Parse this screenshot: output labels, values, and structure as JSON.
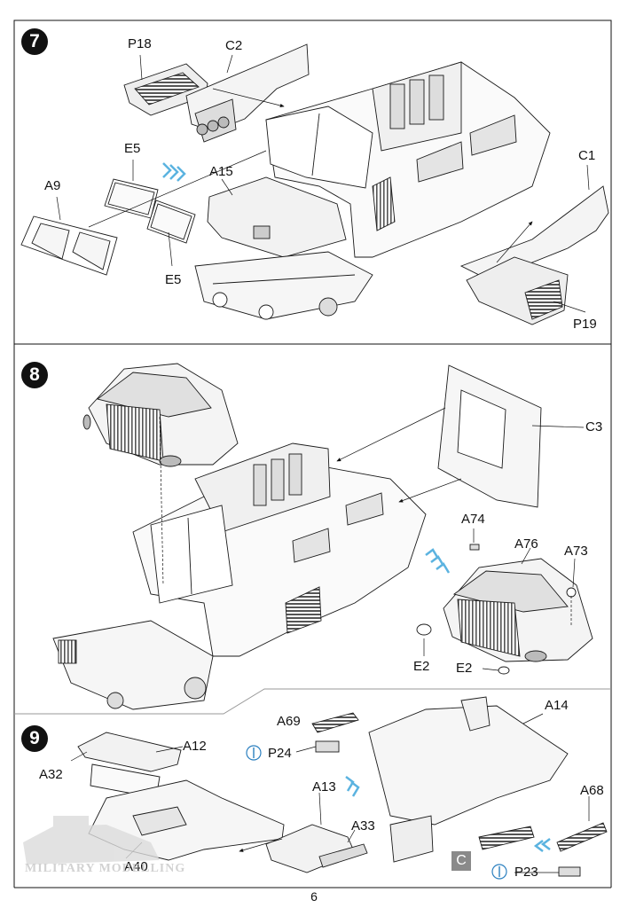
{
  "steps": [
    "7",
    "8",
    "9"
  ],
  "step7_labels": {
    "p18": "P18",
    "c2": "C2",
    "e5_top": "E5",
    "a9": "A9",
    "a15": "A15",
    "e5_bottom": "E5",
    "c1": "C1",
    "p19": "P19"
  },
  "step8_labels": {
    "c3": "C3",
    "a74": "A74",
    "a76": "A76",
    "a73": "A73",
    "e2_left": "E2",
    "e2_right": "E2"
  },
  "step9_labels": {
    "a12": "A12",
    "a32": "A32",
    "a40": "A40",
    "a69": "A69",
    "p24": "P24",
    "a13": "A13",
    "a33": "A33",
    "a14": "A14",
    "a68": "A68",
    "p23": "P23"
  },
  "c_box": "C",
  "watermark": "MILITARY MODELLING",
  "page_number": "6",
  "colors": {
    "line": "#1a1a1a",
    "accent_arrow": "#5bb3e0",
    "panel_fill": "#e8e8e8",
    "grille": "#555555"
  }
}
